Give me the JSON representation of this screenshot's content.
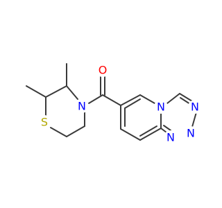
{
  "molecule": {
    "colors": {
      "bond": "#3a3a3a",
      "oxygen": "#ff0000",
      "nitrogen": "#0000ff",
      "sulfur": "#b2a800"
    },
    "atoms": {
      "oxygen": "O",
      "amide_nitrogen": "N",
      "sulfur": "S",
      "bridgehead_nitrogen": "N",
      "triazole_nitrogen_top": "N",
      "triazole_nitrogen_right": "N",
      "triazole_nitrogen_bottom": "N"
    }
  }
}
